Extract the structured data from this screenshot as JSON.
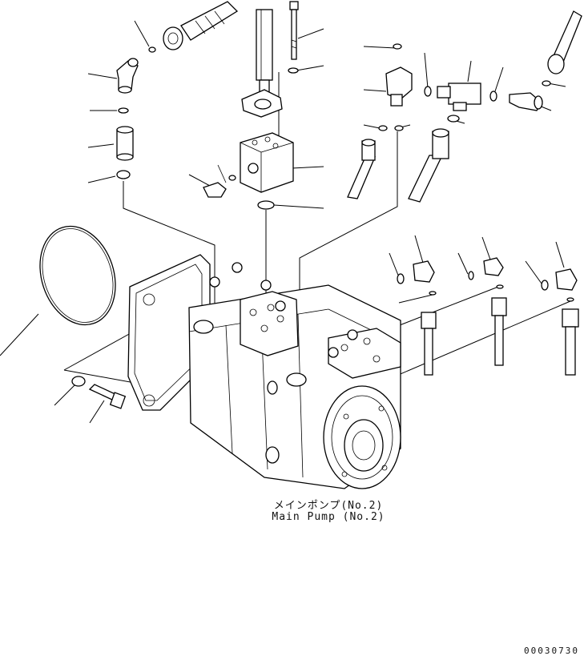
{
  "caption": {
    "japanese": "メインポンプ(No.2)",
    "english": "Main Pump (No.2)"
  },
  "drawing_code": "00030730"
}
